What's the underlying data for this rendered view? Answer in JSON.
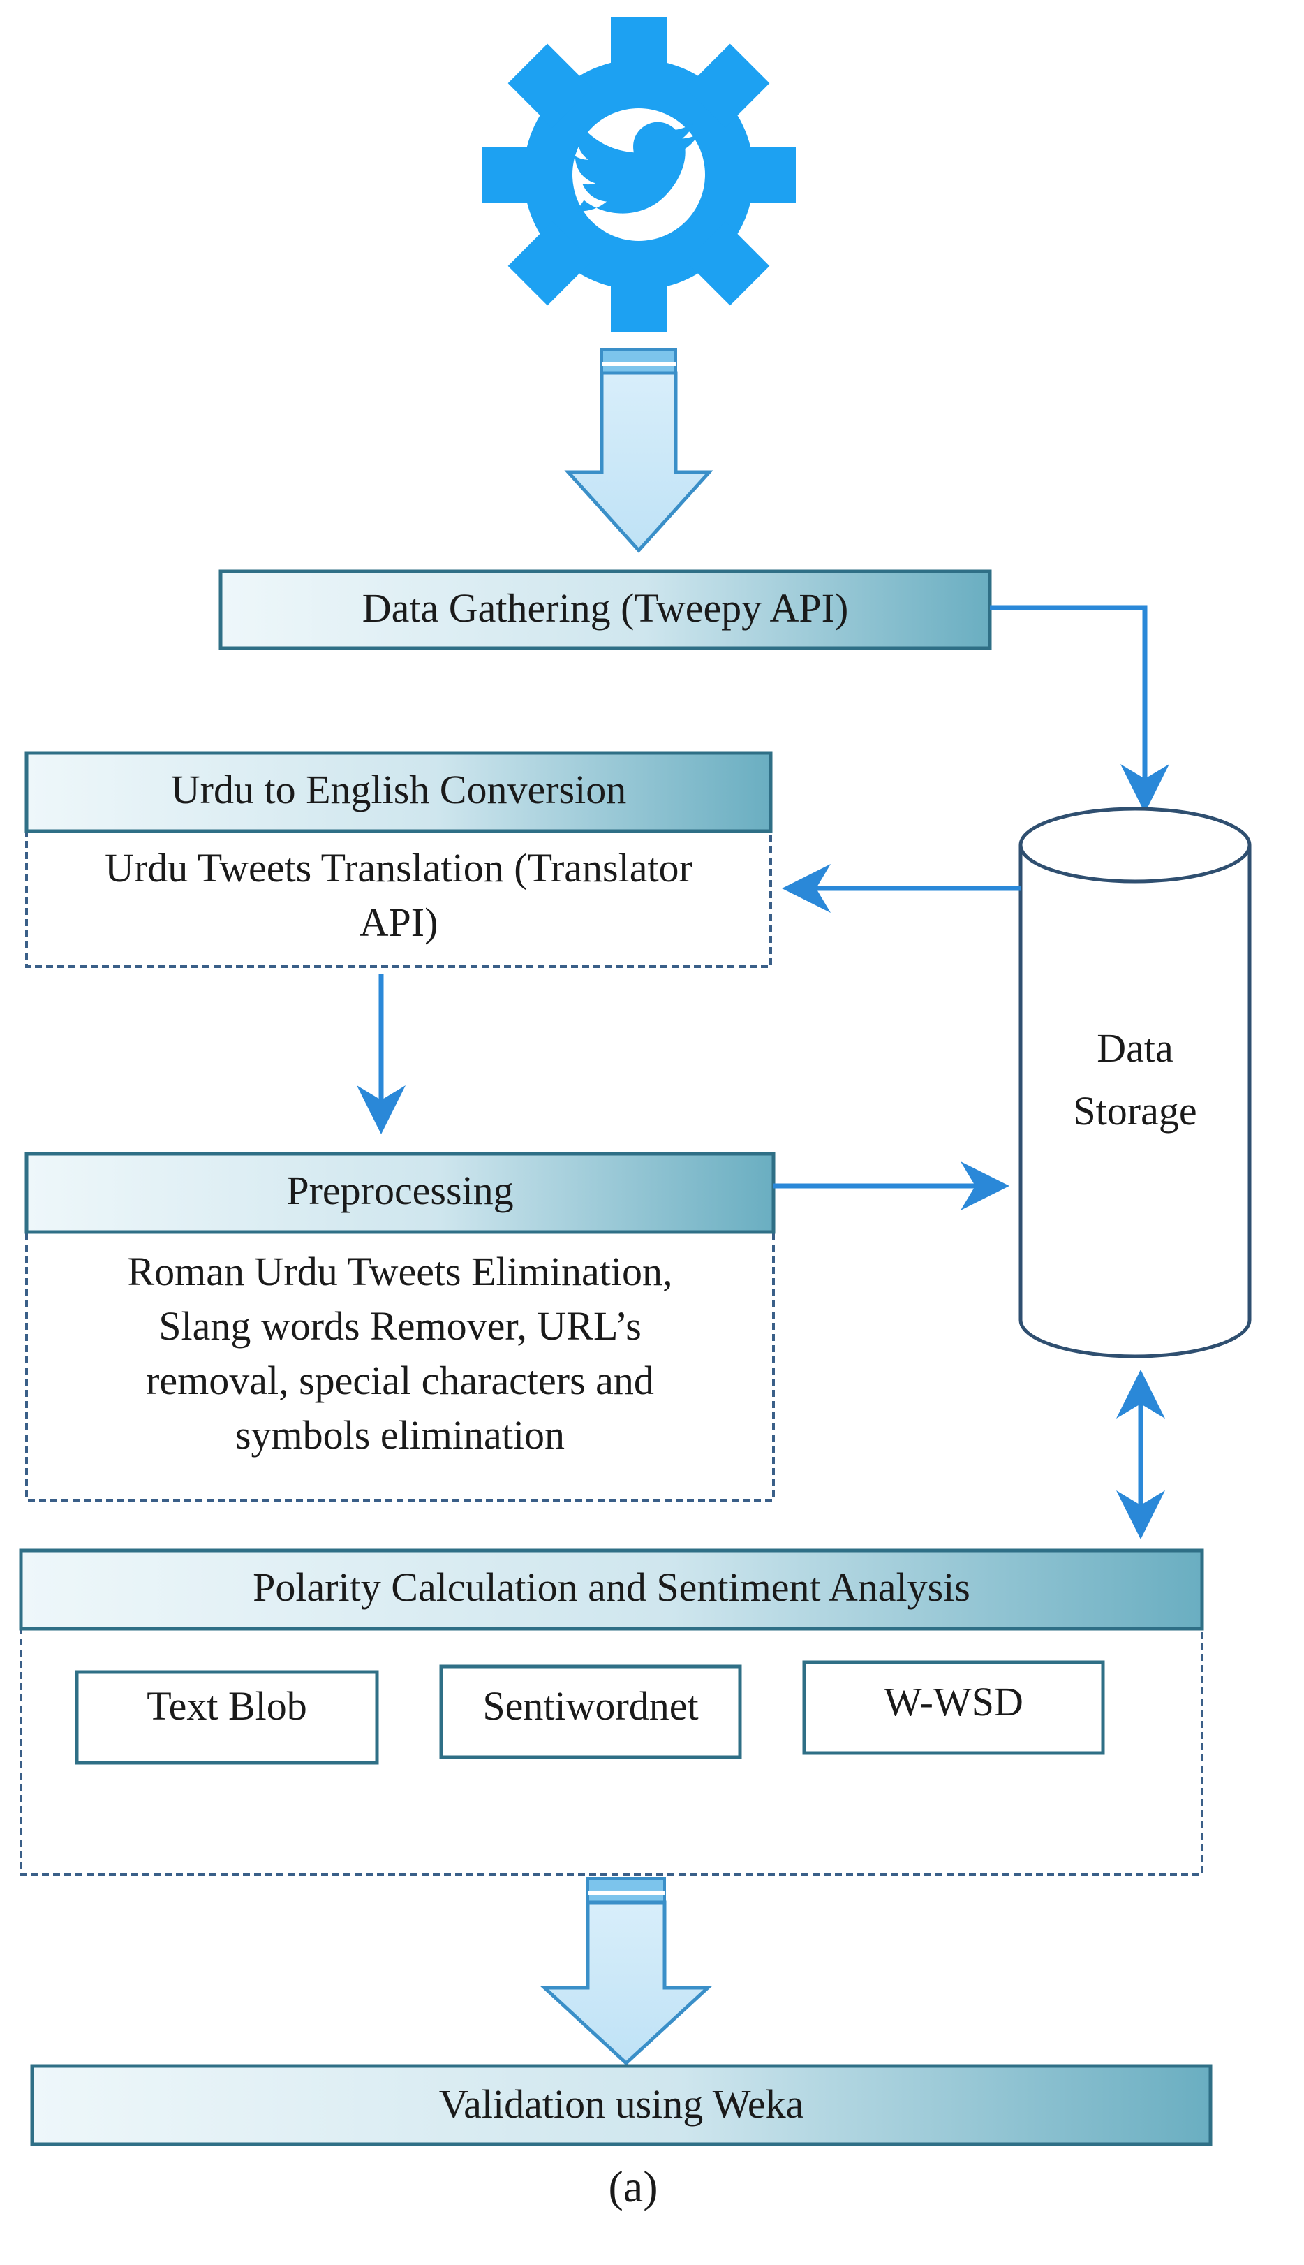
{
  "diagram": {
    "source_logo": {
      "icon": "twitter-bird-gear-icon",
      "color": "#1da1f2"
    },
    "data_gathering": {
      "label": "Data Gathering (Tweepy API)"
    },
    "urdu_conversion": {
      "header": "Urdu to English Conversion",
      "body_lines": [
        "Urdu Tweets Translation (Translator",
        "API)"
      ]
    },
    "data_storage": {
      "label_lines": [
        "Data",
        "Storage"
      ]
    },
    "preprocessing": {
      "header": "Preprocessing",
      "body_lines": [
        "Roman Urdu Tweets Elimination,",
        "Slang words Remover, URL’s",
        "removal, special characters and",
        "symbols elimination"
      ]
    },
    "polarity": {
      "header": "Polarity Calculation and Sentiment Analysis",
      "methods": [
        "Text Blob",
        "Sentiwordnet",
        "W-WSD"
      ]
    },
    "validation": {
      "label": "Validation using Weka"
    },
    "caption": "(a)"
  },
  "colors": {
    "arrow": "#2a88d8",
    "box_border": "#2f6f86",
    "header_light": "#eaf5f9",
    "header_dark": "#6aaec1",
    "block_arrow_light": "#eaf6fd",
    "block_arrow_dark": "#7cc4ec",
    "dashed": "#3a5f88"
  }
}
